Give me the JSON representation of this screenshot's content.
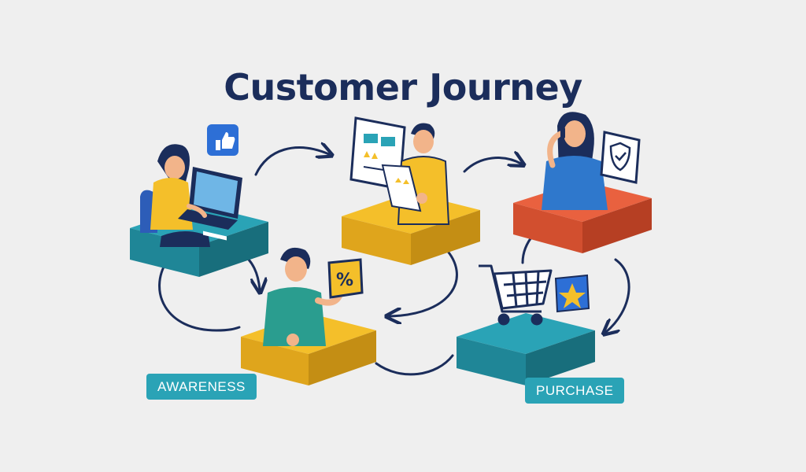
{
  "title": "Customer Journey",
  "labels": {
    "awareness": "AWARENESS",
    "purchase": "PURCHASE"
  },
  "stage_icons": {
    "awareness": "like-thumbs-up-icon",
    "consideration": "review-document-icon",
    "engagement": "shield-check-icon",
    "discount": "percent-coupon-icon",
    "purchase": "shopping-cart-icon",
    "favorite": "star-icon"
  },
  "colors": {
    "title": "#1b2d5b",
    "teal": "#2aa3b6",
    "yellow": "#f4bf2a",
    "coral": "#e9613f",
    "arrow": "#1b2d5b",
    "label_bg": "#2aa3b6"
  }
}
